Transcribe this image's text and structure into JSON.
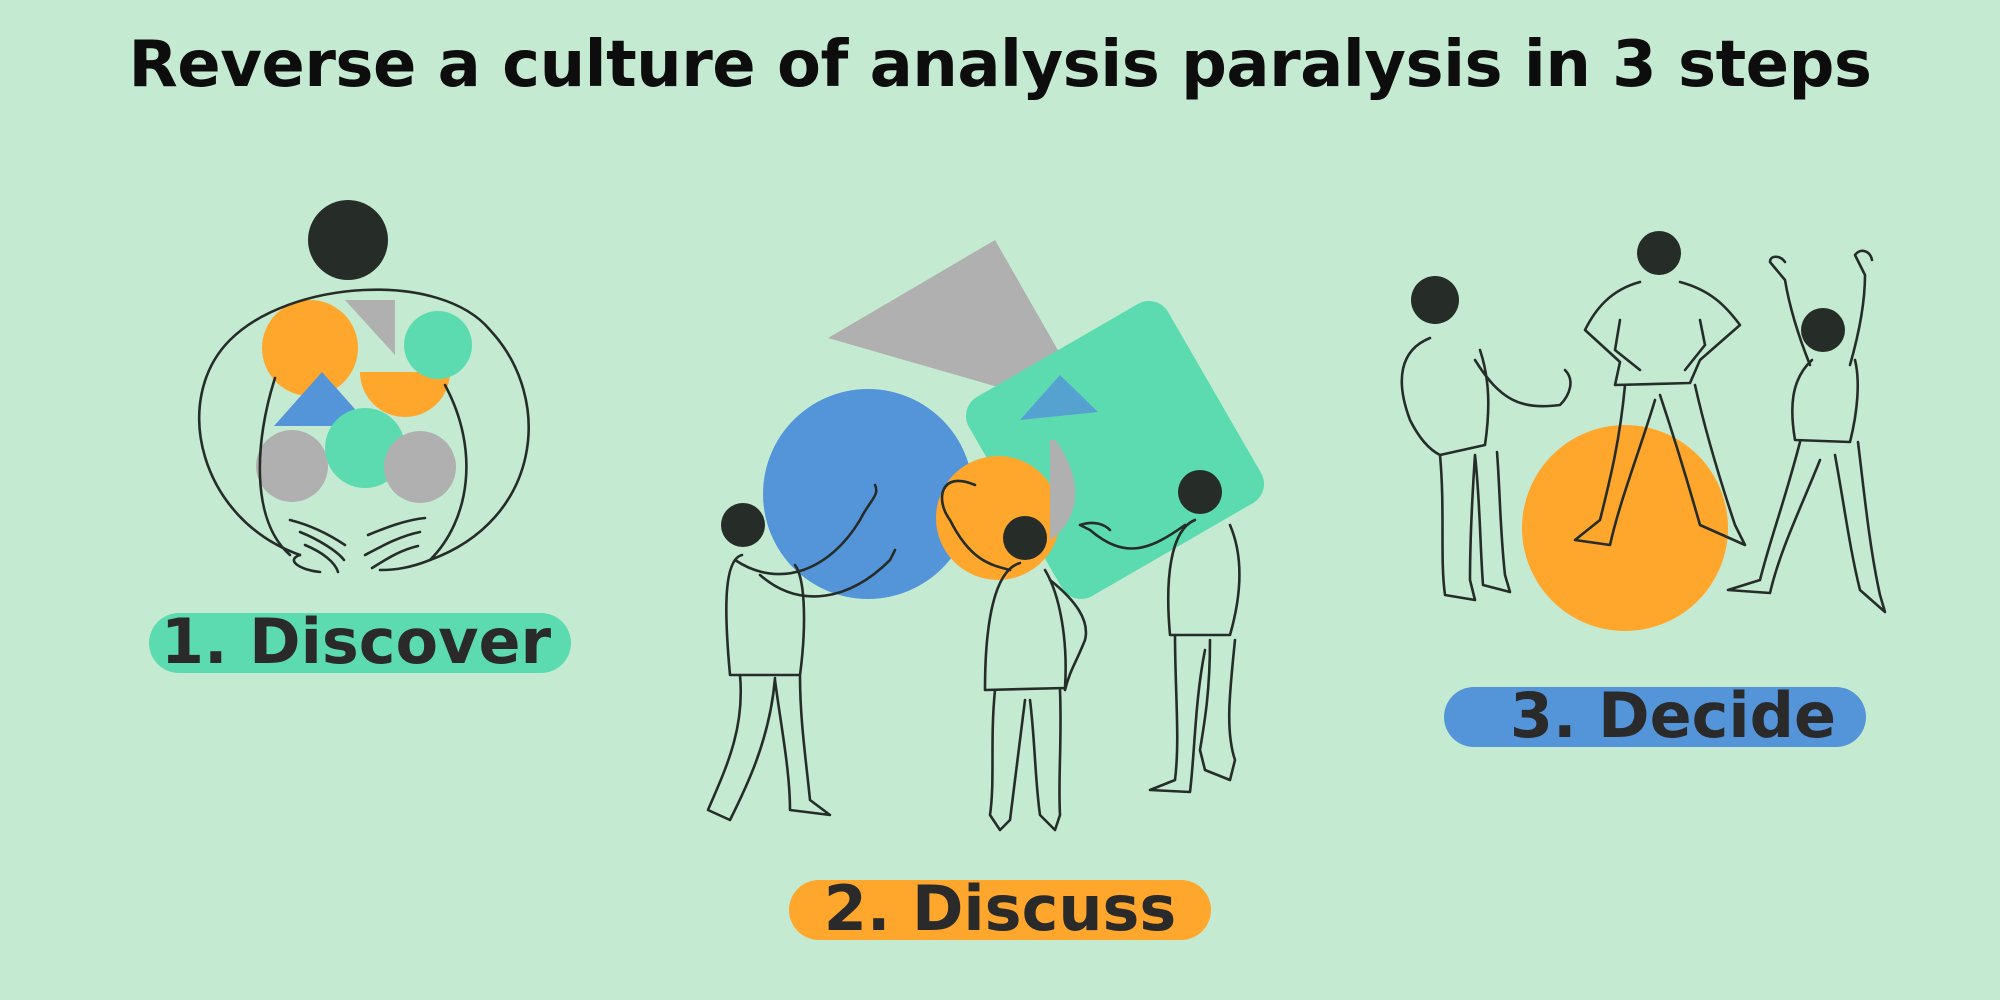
{
  "title": "Reverse a culture of analysis paralysis in 3 steps",
  "colors": {
    "background": "#c4ebd2",
    "green": "#5ddbb0",
    "orange": "#fea72c",
    "blue": "#5494d9",
    "gray": "#b0b0b0",
    "ink": "#262c28"
  },
  "steps": [
    {
      "label": "1. Discover",
      "color": "#5ddbb0"
    },
    {
      "label": "2. Discuss",
      "color": "#fea72c"
    },
    {
      "label": "3. Decide",
      "color": "#5494d9"
    }
  ]
}
